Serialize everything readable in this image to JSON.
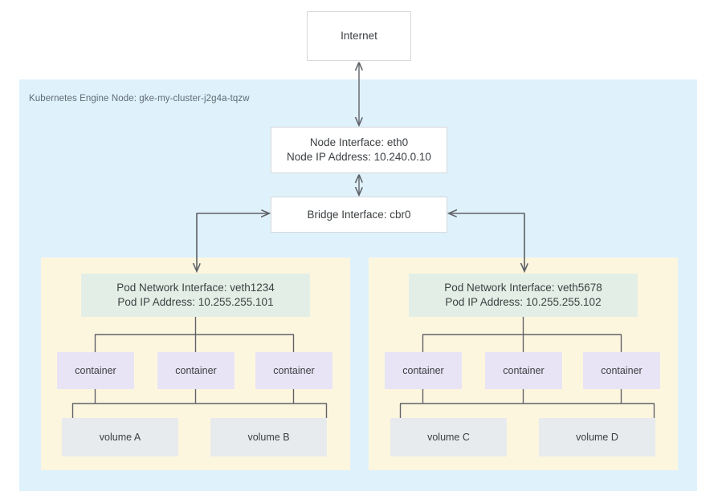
{
  "diagram": {
    "title_region_label": "Kubernetes Engine Node: gke-my-cluster-j2g4a-tqzw",
    "internet": {
      "label": "Internet"
    },
    "node_interface": {
      "line1": "Node Interface: eth0",
      "line2": "Node IP Address: 10.240.0.10"
    },
    "bridge": {
      "label": "Bridge Interface: cbr0"
    },
    "pods": [
      {
        "net_line1": "Pod Network Interface: veth1234",
        "net_line2": "Pod IP Address: 10.255.255.101",
        "containers": [
          "container",
          "container",
          "container"
        ],
        "volumes": [
          "volume A",
          "volume B"
        ]
      },
      {
        "net_line1": "Pod Network Interface: veth5678",
        "net_line2": "Pod IP Address: 10.255.255.102",
        "containers": [
          "container",
          "container",
          "container"
        ],
        "volumes": [
          "volume C",
          "volume D"
        ]
      }
    ],
    "colors": {
      "node_region_bg": "#dff1fb",
      "pod_region_bg": "#fdf6df",
      "pod_net_bg": "#e3efe6",
      "container_bg": "#e8e4f5",
      "volume_bg": "#e7ebee",
      "box_border": "#d5d8dc",
      "connector": "#5f6368",
      "text": "#3c4043",
      "label_text": "#5f6c75",
      "page_bg": "#ffffff"
    }
  }
}
